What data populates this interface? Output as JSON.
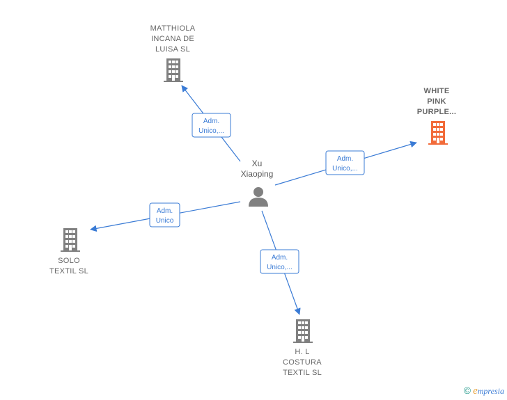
{
  "colors": {
    "edge": "#3a7bd5",
    "company": "#808080",
    "company_highlight": "#f26b3a",
    "person": "#808080"
  },
  "person": {
    "name_lines": [
      "Xu",
      "Xiaoping"
    ],
    "icon": "person-icon"
  },
  "companies": [
    {
      "id": "matthiola",
      "lines": [
        "MATTHIOLA",
        "INCANA DE",
        "LUISA  SL"
      ],
      "highlight": false,
      "icon": "building-icon"
    },
    {
      "id": "white-pink",
      "lines": [
        "WHITE",
        "PINK",
        "PURPLE..."
      ],
      "highlight": true,
      "icon": "building-icon"
    },
    {
      "id": "solo-textil",
      "lines": [
        "SOLO",
        "TEXTIL  SL"
      ],
      "highlight": false,
      "icon": "building-icon"
    },
    {
      "id": "hl-costura",
      "lines": [
        "H. L",
        "COSTURA",
        "TEXTIL  SL"
      ],
      "highlight": false,
      "icon": "building-icon"
    }
  ],
  "edges": [
    {
      "to": "matthiola",
      "label_lines": [
        "Adm.",
        "Unico,..."
      ]
    },
    {
      "to": "white-pink",
      "label_lines": [
        "Adm.",
        "Unico,..."
      ]
    },
    {
      "to": "solo-textil",
      "label_lines": [
        "Adm.",
        "Unico"
      ]
    },
    {
      "to": "hl-costura",
      "label_lines": [
        "Adm.",
        "Unico,..."
      ]
    }
  ],
  "footer": {
    "copyright": "©",
    "brand_initial": "e",
    "brand_rest": "mpresia"
  }
}
